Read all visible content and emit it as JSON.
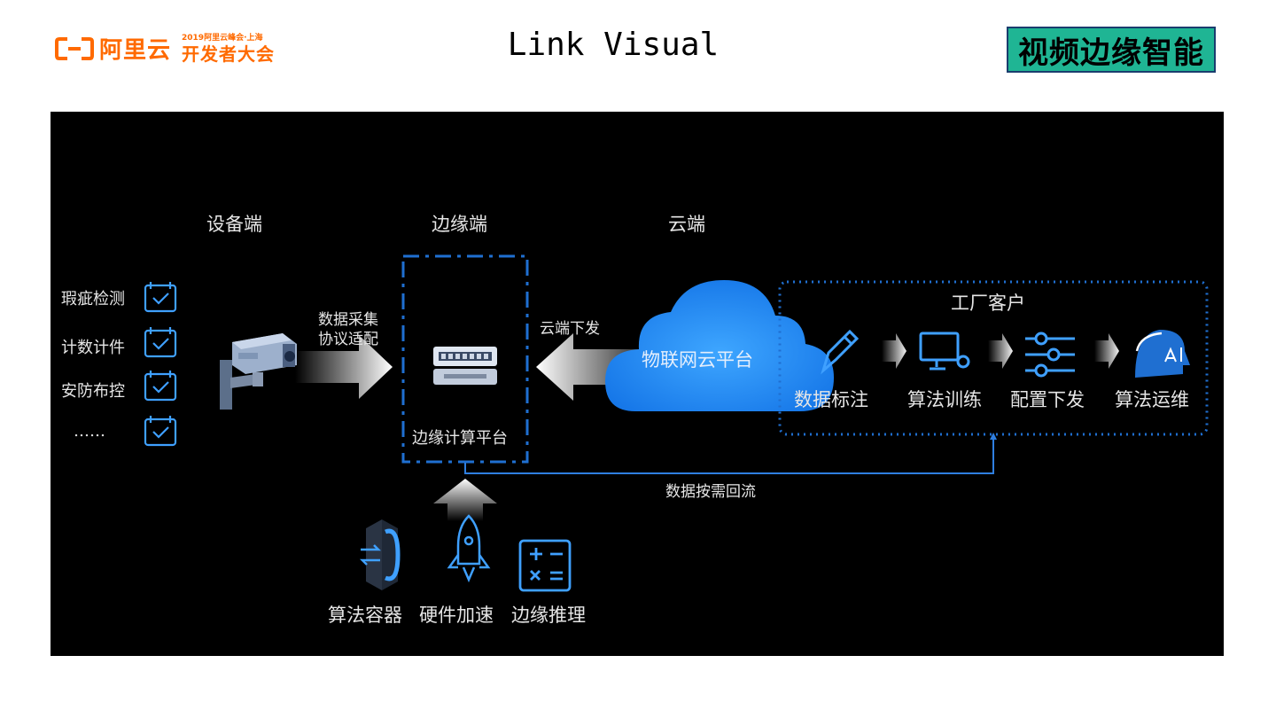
{
  "header": {
    "logo_text": "阿里云",
    "logo_event_top": "2019阿里云峰会·上海",
    "logo_event_main": "开发者大会",
    "title": "Link Visual",
    "badge": "视频边缘智能"
  },
  "diagram": {
    "columns": {
      "device": "设备端",
      "edge": "边缘端",
      "cloud": "云端"
    },
    "device_items": [
      "瑕疵检测",
      "计数计件",
      "安防布控",
      "……"
    ],
    "collect_label_1": "数据采集",
    "collect_label_2": "协议适配",
    "edge_platform": "边缘计算平台",
    "cloud_down": "云端下发",
    "cloud_platform": "物联网云平台",
    "factory_title": "工厂客户",
    "factory_steps": [
      "数据标注",
      "算法训练",
      "配置下发",
      "算法运维"
    ],
    "backflow": "数据按需回流",
    "edge_caps": [
      "算法容器",
      "硬件加速",
      "边缘推理"
    ]
  },
  "colors": {
    "brand": "#ff6a00",
    "badge_bg": "#1fb594",
    "accent_blue": "#1f6fd1",
    "icon_blue": "#3fa0ff",
    "panel_bg": "#000000"
  }
}
